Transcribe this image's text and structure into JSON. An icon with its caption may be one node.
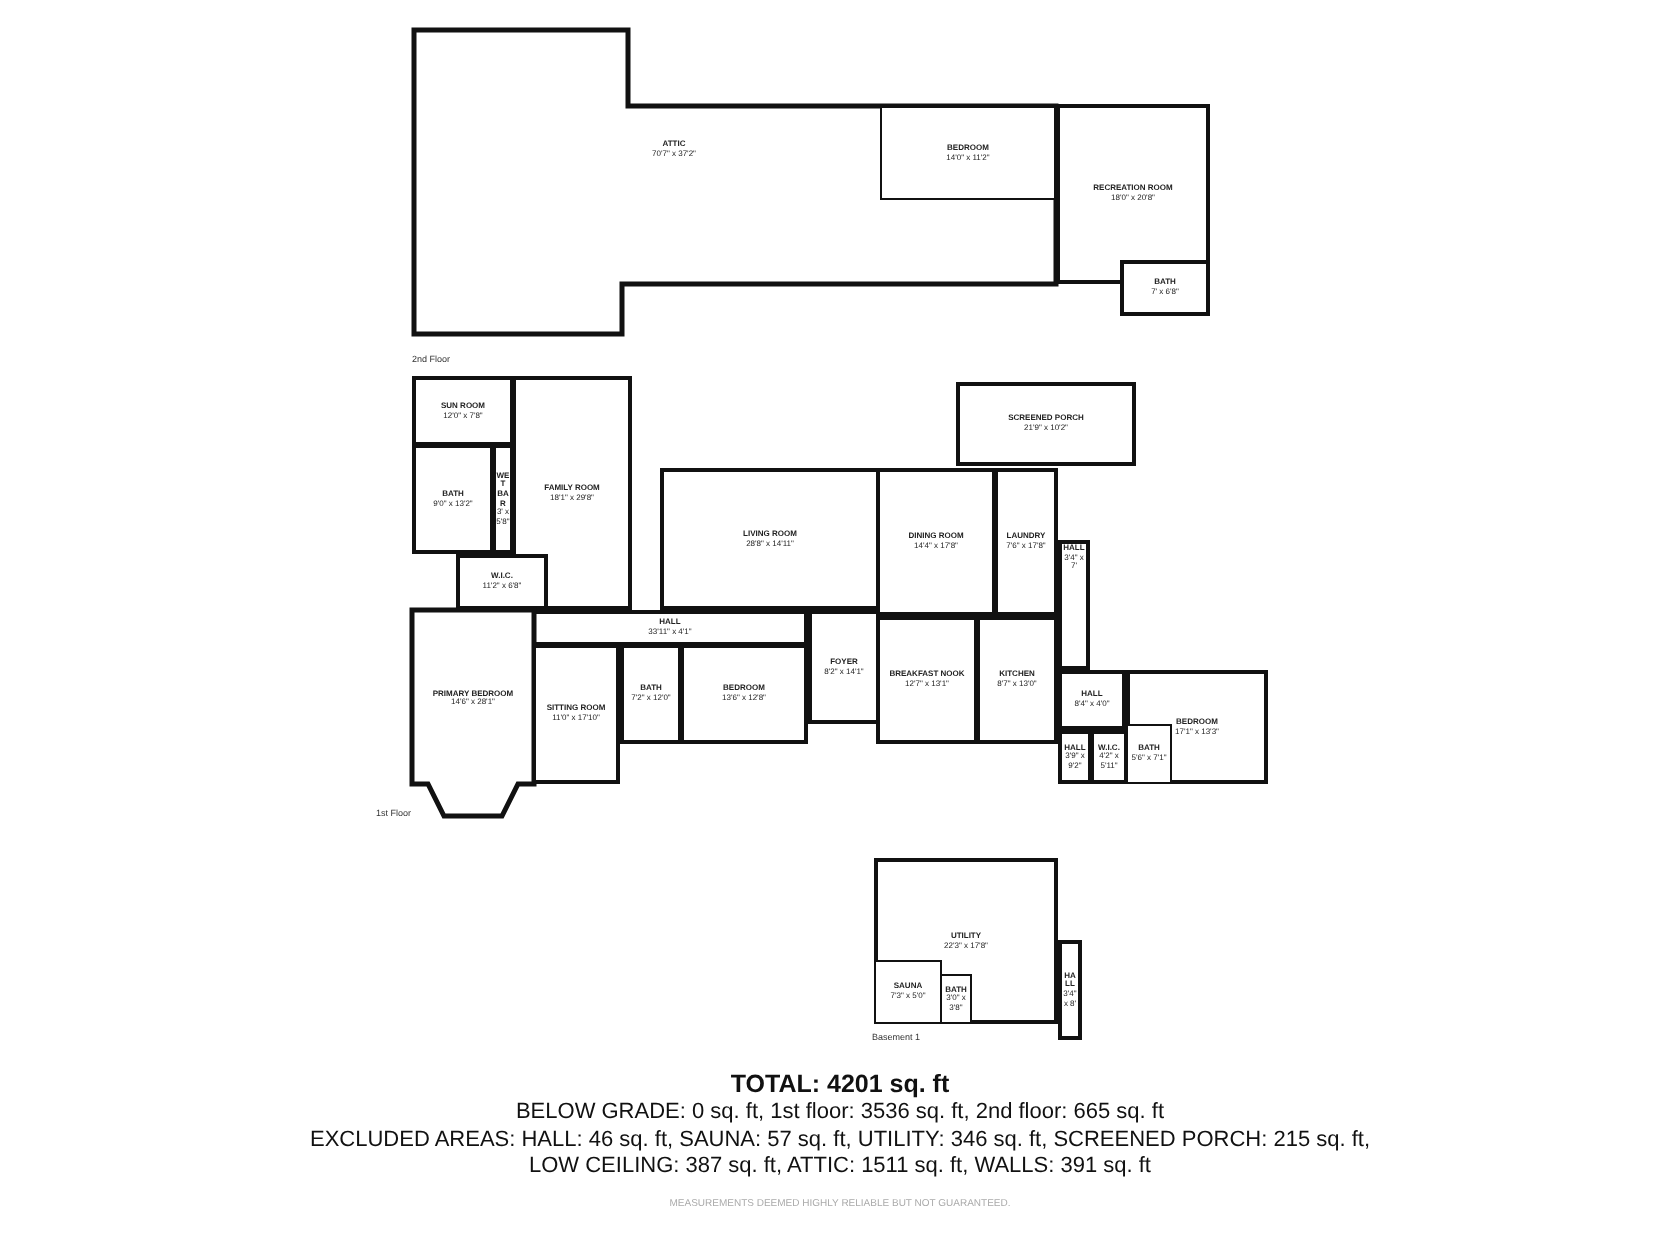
{
  "diagram": {
    "title": "TOTAL: 4201 sq. ft",
    "nodes": [
      {
        "text": [
          "ATTIC",
          "70'7\" x 37'2\""
        ]
      },
      {
        "text": [
          "BEDROOM",
          "14'0\" x 11'2\""
        ],
        "in": 0
      },
      {
        "text": [
          "RECREATION ROOM",
          "18'0\" x 20'8\""
        ]
      },
      {
        "text": [
          "BATH",
          "7' x 6'8\""
        ]
      },
      {
        "text": [
          "SUN ROOM",
          "12'0\" x 7'8\""
        ]
      },
      {
        "text": [
          "FAMILY ROOM",
          "18'1\" x 29'8\""
        ]
      },
      {
        "text": [
          "BATH",
          "9'0\" x 13'2\""
        ]
      },
      {
        "text": [
          "WET BAR",
          "3' x 5'8\""
        ]
      },
      {
        "text": [
          "W.I.C.",
          "11'2\" x 6'8\""
        ]
      },
      {
        "text": [
          "LIVING ROOM",
          "28'8\" x 14'11\""
        ]
      },
      {
        "text": [
          "SCREENED PORCH",
          "21'9\" x 10'2\""
        ]
      },
      {
        "text": [
          "DINING ROOM",
          "14'4\" x 17'8\""
        ]
      },
      {
        "text": [
          "LAUNDRY",
          "7'6\" x 17'8\""
        ]
      },
      {
        "text": [
          "HALL",
          "3'4\" x 7'"
        ]
      },
      {
        "text": [
          "HALL",
          "33'11\" x 4'1\""
        ]
      },
      {
        "text": [
          "FOYER",
          "8'2\" x 14'1\""
        ]
      },
      {
        "text": [
          "PRIMARY BEDROOM",
          "14'6\" x 28'1\""
        ]
      },
      {
        "text": [
          "SITTING ROOM",
          "11'0\" x 17'10\""
        ]
      },
      {
        "text": [
          "BATH",
          "7'2\" x 12'0\""
        ]
      },
      {
        "text": [
          "BEDROOM",
          "13'6\" x 12'8\""
        ]
      },
      {
        "text": [
          "BREAKFAST NOOK",
          "12'7\" x 13'1\""
        ]
      },
      {
        "text": [
          "KITCHEN",
          "8'7\" x 13'0\""
        ]
      },
      {
        "text": [
          "HALL",
          "8'4\" x 4'0\""
        ]
      },
      {
        "text": [
          "BEDROOM",
          "17'1\" x 13'3\""
        ]
      },
      {
        "text": [
          "HALL",
          "3'9\" x 9'2\""
        ]
      },
      {
        "text": [
          "W.I.C.",
          "4'2\" x 5'11\""
        ]
      },
      {
        "text": [
          "BATH",
          "5'6\" x 7'1\""
        ],
        "in": 23
      },
      {
        "text": [
          "UTILITY",
          "22'3\" x 17'8\""
        ]
      },
      {
        "text": [
          "HALL",
          "3'4\" x 8'"
        ]
      },
      {
        "text": [
          "SAUNA",
          "7'3\" x 5'0\""
        ],
        "in": 27
      },
      {
        "text": [
          "BATH",
          "3'0\" x 3'8\""
        ],
        "in": 27
      }
    ],
    "labels": [
      "2nd Floor",
      "1st Floor",
      "Basement 1",
      "BELOW GRADE: 0 sq. ft, 1st floor: 3536 sq. ft, 2nd floor: 665 sq. ft",
      "EXCLUDED AREAS: HALL: 46 sq. ft, SAUNA: 57 sq. ft, UTILITY: 346 sq. ft, SCREENED PORCH: 215 sq. ft, LOW CEILING: 387 sq. ft, ATTIC: 1511 sq. ft, WALLS: 391 sq. ft",
      "MEASUREMENTS DEEMED HIGHLY RELIABLE BUT NOT GUARANTEED."
    ]
  }
}
